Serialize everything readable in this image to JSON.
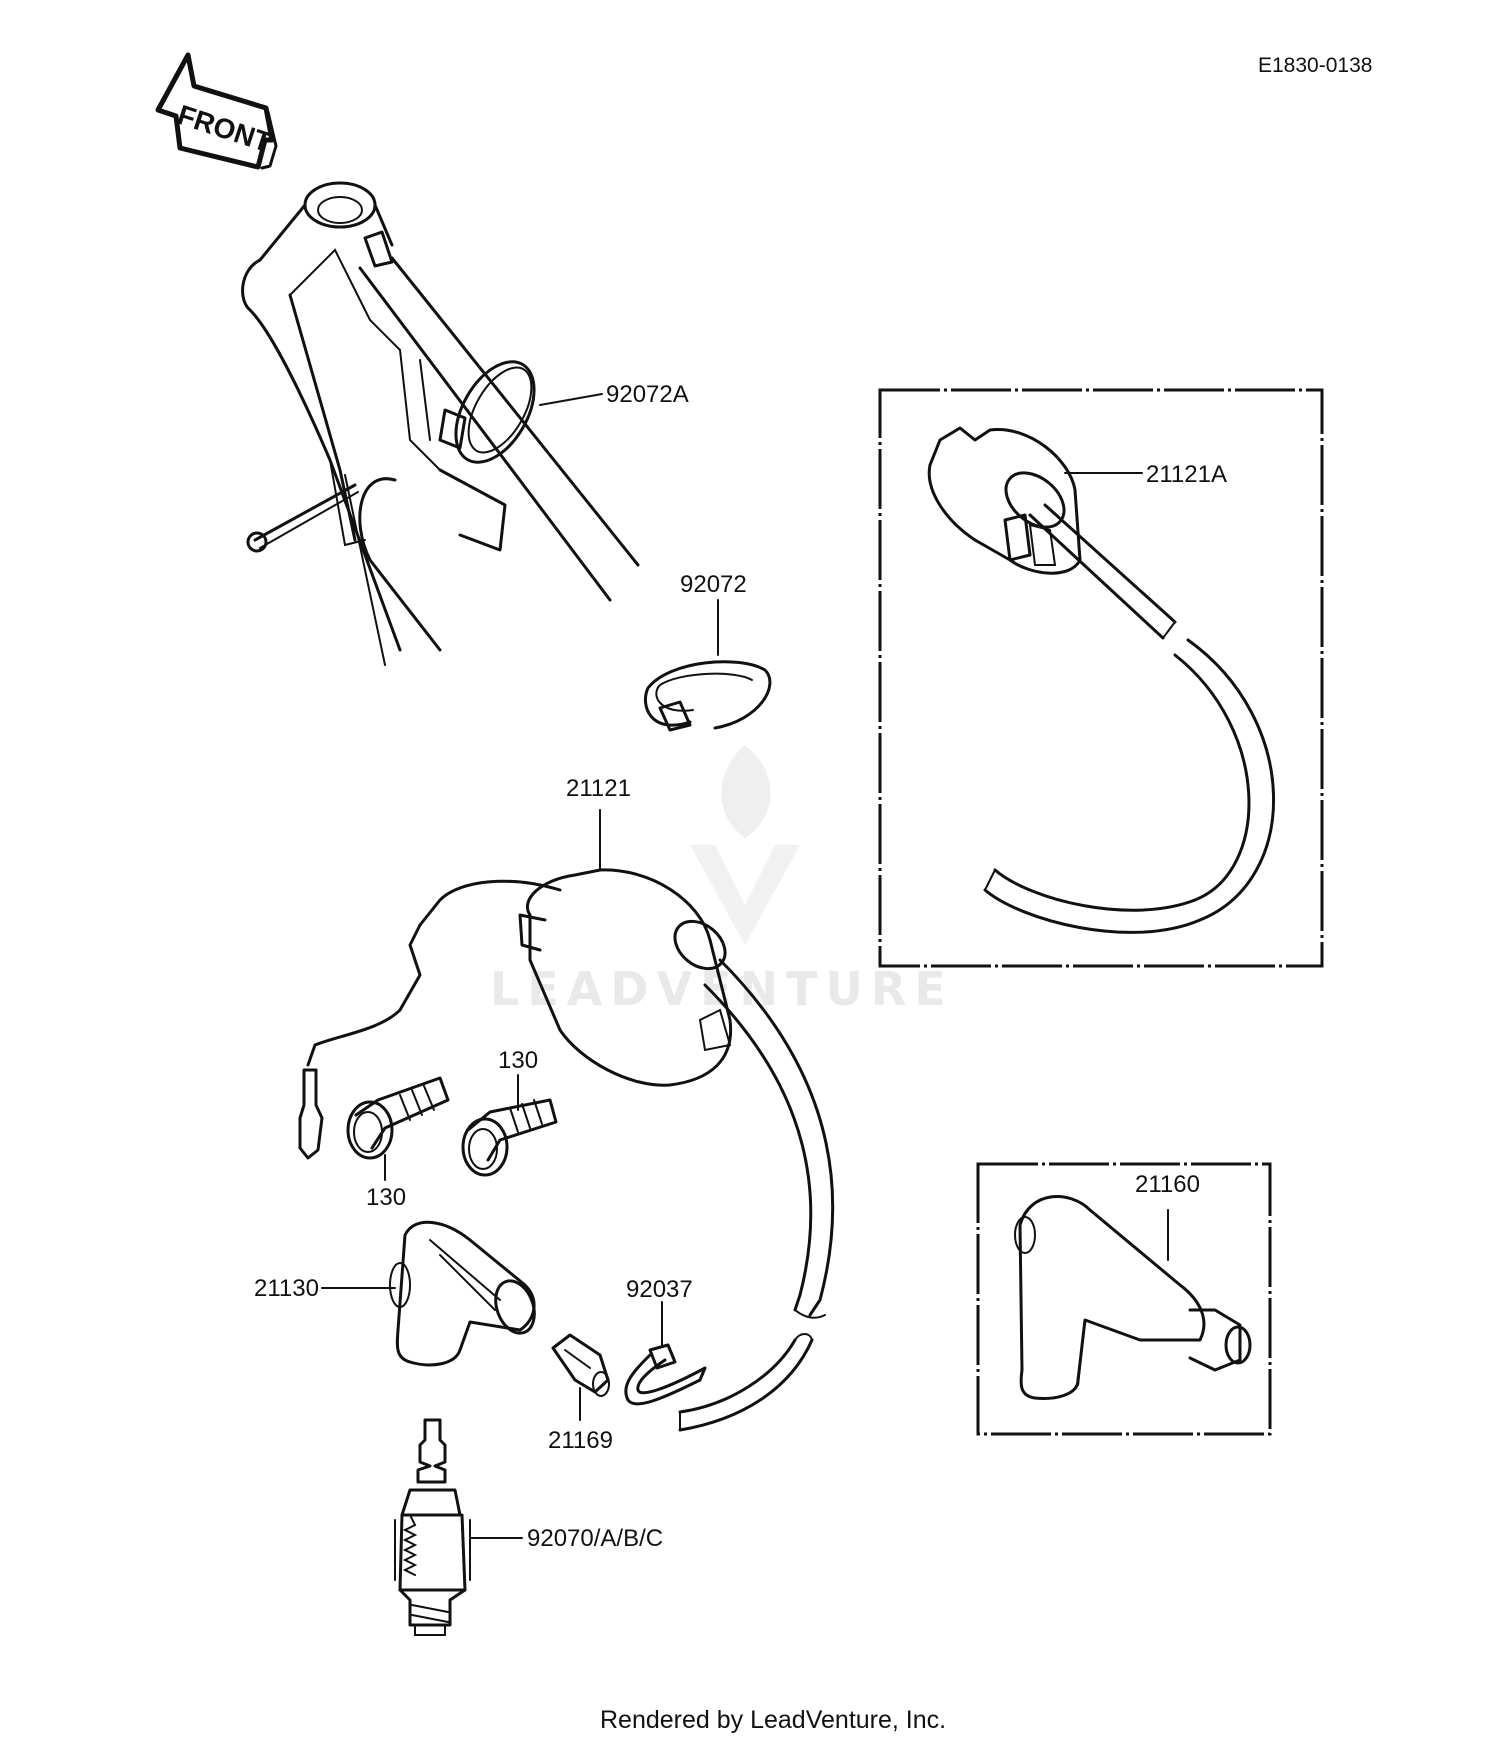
{
  "diagram": {
    "code": "E1830-0138",
    "front_label": "FRONT",
    "watermark": "LEADVENTURE",
    "footer": "Rendered by LeadVenture, Inc.",
    "parts": [
      "92072A",
      "21121A",
      "92072",
      "21121",
      "130",
      "130",
      "21160",
      "21130",
      "92037",
      "21169",
      "92070/A/B/C"
    ]
  }
}
